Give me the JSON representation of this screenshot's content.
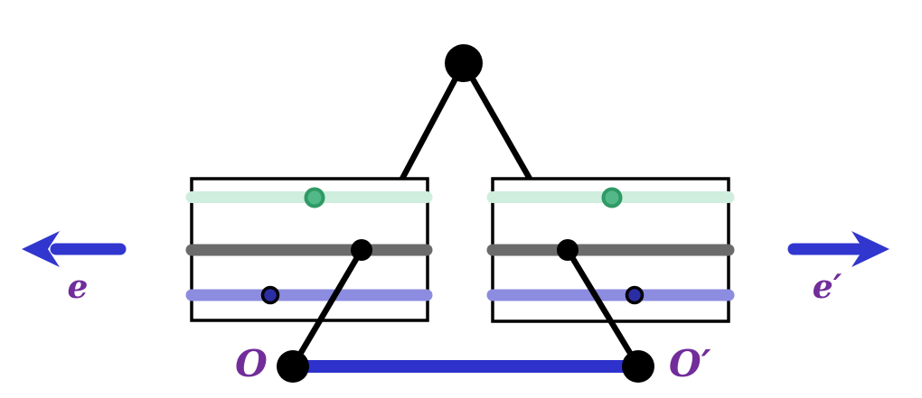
{
  "figure": {
    "description": "tree-embedding-diagram",
    "labels": {
      "left_axis": "e",
      "right_axis": "e′",
      "left_root": "O",
      "right_root": "O′"
    },
    "icons": {
      "left_arrow": "left-arrow-icon",
      "right_arrow": "right-arrow-icon"
    },
    "colors": {
      "black": "#000000",
      "white": "#ffffff",
      "arrow_blue": "#3136cf",
      "base_edge_blue": "#2e31cc",
      "level_line_mint": "#cfeedd",
      "level_line_gray": "#6b6b6b",
      "level_line_periwinkle": "#8c8ce0",
      "green_node_fill": "#52b887",
      "green_node_stroke": "#2f9a66",
      "navy_node_fill": "#2b2da3",
      "label_purple": "#712d9a"
    }
  }
}
